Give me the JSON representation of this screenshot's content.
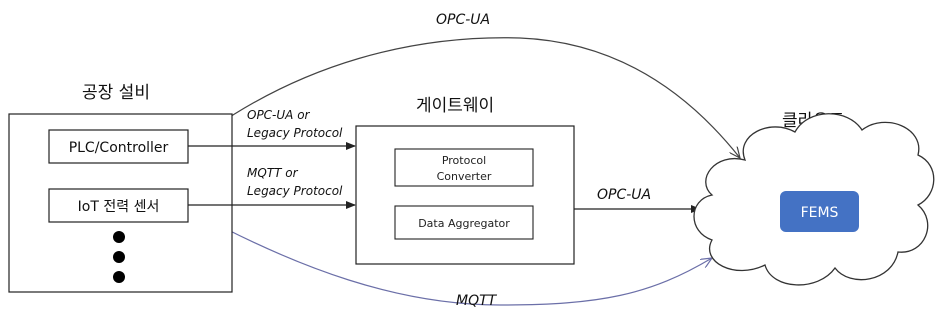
{
  "factory": {
    "title": "공장 설비",
    "plc_label": "PLC/Controller",
    "sensor_label": "IoT 전력 센서"
  },
  "gateway": {
    "title": "게이트웨이",
    "converter_line1": "Protocol",
    "converter_line2": "Converter",
    "aggregator_label": "Data Aggregator"
  },
  "cloud": {
    "title": "클라우드",
    "fems_label": "FEMS",
    "fems_color": "#4472C4"
  },
  "edges": {
    "top_arc_label": "OPC-UA",
    "plc_to_gateway_line1": "OPC-UA or",
    "plc_to_gateway_line2": "Legacy Protocol",
    "sensor_to_gateway_line1": "MQTT or",
    "sensor_to_gateway_line2": "Legacy Protocol",
    "gateway_to_cloud_label": "OPC-UA",
    "bottom_arc_label": "MQTT",
    "mqtt_arc_color": "#6B6FA8"
  }
}
